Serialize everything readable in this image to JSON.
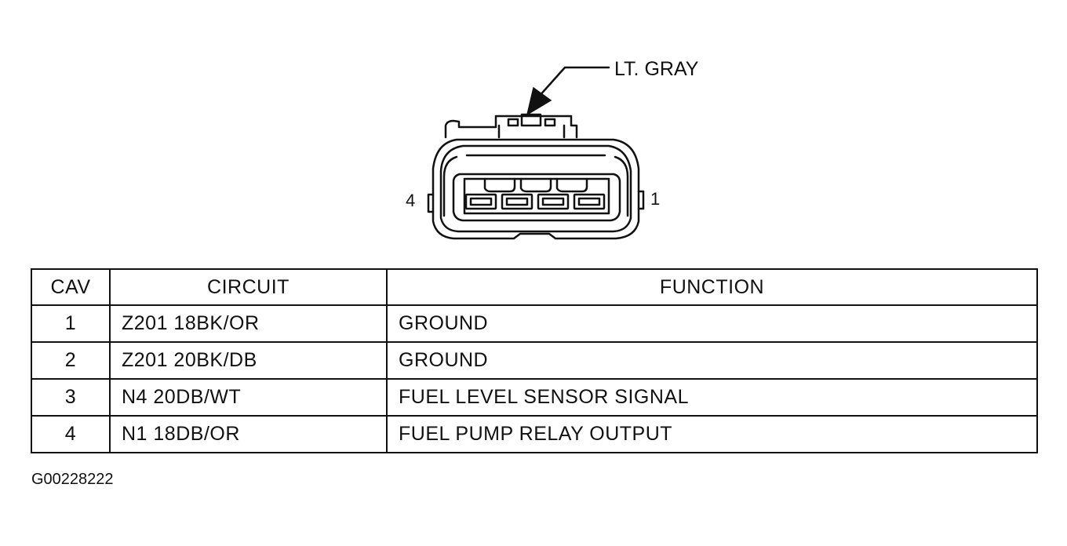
{
  "diagram": {
    "callout_label": "LT. GRAY",
    "pin_left_label": "4",
    "pin_right_label": "1"
  },
  "table": {
    "headers": {
      "cav": "CAV",
      "circuit": "CIRCUIT",
      "function": "FUNCTION"
    },
    "rows": [
      {
        "cav": "1",
        "circuit": "Z201 18BK/OR",
        "function": "GROUND"
      },
      {
        "cav": "2",
        "circuit": "Z201 20BK/DB",
        "function": "GROUND"
      },
      {
        "cav": "3",
        "circuit": "N4 20DB/WT",
        "function": "FUEL LEVEL SENSOR SIGNAL"
      },
      {
        "cav": "4",
        "circuit": "N1 18DB/OR",
        "function": "FUEL PUMP RELAY OUTPUT"
      }
    ]
  },
  "figure_id": "G00228222"
}
